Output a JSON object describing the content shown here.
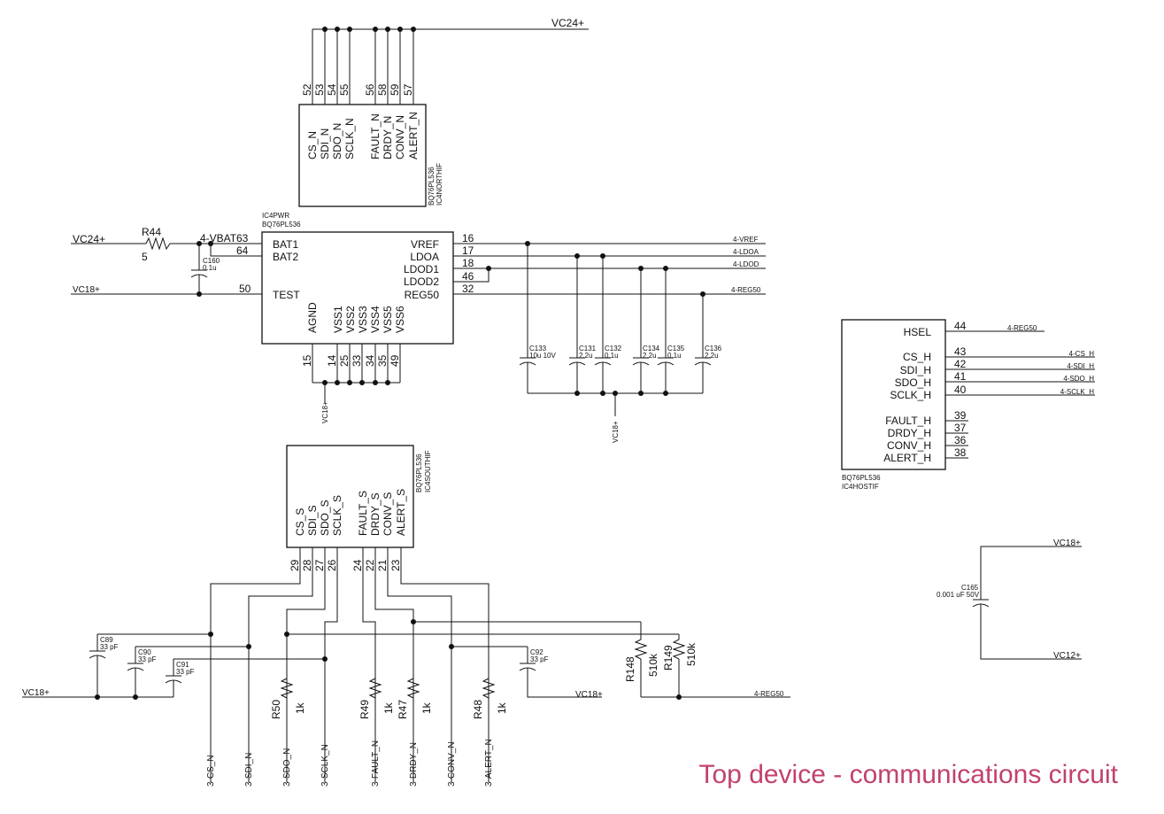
{
  "title": "Top device - communications circuit",
  "nets": {
    "vc24": "VC24+",
    "vc18": "VC18+",
    "vc12": "VC12+",
    "vbat": "4-VBAT",
    "vref": "4-VREF",
    "ldoa": "4-LDOA",
    "ldod": "4-LDOD",
    "reg50": "4-REG50",
    "cs_h": "4-CS_H",
    "sdi_h": "4-SDI_H",
    "sdo_h": "4-SDO_H",
    "sclk_h": "4-SCLK_H",
    "s3": [
      "3-CS_N",
      "3-SDI_N",
      "3-SDO_N",
      "3-SCLK_N",
      "3-FAULT_N",
      "3-DRDY_N",
      "3-CONV_N",
      "3-ALERT_N"
    ]
  },
  "ic_north": {
    "part": "BQ76PL536",
    "ref": "IC4NORTHIF",
    "pins": [
      {
        "num": "52",
        "name": "CS_N"
      },
      {
        "num": "53",
        "name": "SDI_N"
      },
      {
        "num": "54",
        "name": "SDO_N"
      },
      {
        "num": "55",
        "name": "SCLK_N"
      },
      {
        "num": "56",
        "name": "FAULT_N"
      },
      {
        "num": "58",
        "name": "DRDY_N"
      },
      {
        "num": "59",
        "name": "CONV_N"
      },
      {
        "num": "57",
        "name": "ALERT_N"
      }
    ]
  },
  "ic_pwr": {
    "ref": "IC4PWR",
    "part": "BQ76PL536",
    "left_pins": [
      {
        "num": "63",
        "name": "BAT1"
      },
      {
        "num": "64",
        "name": "BAT2"
      },
      {
        "num": "50",
        "name": "TEST"
      }
    ],
    "right_pins": [
      {
        "num": "16",
        "name": "VREF"
      },
      {
        "num": "17",
        "name": "LDOA"
      },
      {
        "num": "18",
        "name": "LDOD1"
      },
      {
        "num": "46",
        "name": "LDOD2"
      },
      {
        "num": "32",
        "name": "REG50"
      }
    ],
    "bottom_pins": [
      {
        "num": "15",
        "name": "AGND"
      },
      {
        "num": "14",
        "name": "VSS1"
      },
      {
        "num": "25",
        "name": "VSS2"
      },
      {
        "num": "33",
        "name": "VSS3"
      },
      {
        "num": "34",
        "name": "VSS4"
      },
      {
        "num": "35",
        "name": "VSS5"
      },
      {
        "num": "49",
        "name": "VSS6"
      }
    ]
  },
  "ic_host": {
    "part": "BQ76PL536",
    "ref": "IC4HOSTIF",
    "pins": [
      {
        "num": "44",
        "name": "HSEL"
      },
      {
        "num": "43",
        "name": "CS_H"
      },
      {
        "num": "42",
        "name": "SDI_H"
      },
      {
        "num": "41",
        "name": "SDO_H"
      },
      {
        "num": "40",
        "name": "SCLK_H"
      },
      {
        "num": "39",
        "name": "FAULT_H"
      },
      {
        "num": "37",
        "name": "DRDY_H"
      },
      {
        "num": "36",
        "name": "CONV_H"
      },
      {
        "num": "38",
        "name": "ALERT_H"
      }
    ]
  },
  "ic_south": {
    "part": "BQ76PL536",
    "ref": "IC4SOUTHIF",
    "pins": [
      {
        "num": "29",
        "name": "CS_S"
      },
      {
        "num": "28",
        "name": "SDI_S"
      },
      {
        "num": "27",
        "name": "SDO_S"
      },
      {
        "num": "26",
        "name": "SCLK_S"
      },
      {
        "num": "24",
        "name": "FAULT_S"
      },
      {
        "num": "22",
        "name": "DRDY_S"
      },
      {
        "num": "21",
        "name": "CONV_S"
      },
      {
        "num": "23",
        "name": "ALERT_S"
      }
    ]
  },
  "resistors": {
    "r44": {
      "ref": "R44",
      "value": "5"
    },
    "r50": {
      "ref": "R50",
      "value": "1k"
    },
    "r49": {
      "ref": "R49",
      "value": "1k"
    },
    "r47": {
      "ref": "R47",
      "value": "1k"
    },
    "r48": {
      "ref": "R48",
      "value": "1k"
    },
    "r148": {
      "ref": "R148",
      "value": "510k"
    },
    "r149": {
      "ref": "R149",
      "value": "510k"
    }
  },
  "capacitors": {
    "c160": {
      "ref": "C160",
      "value": "0.1u"
    },
    "c133": {
      "ref": "C133",
      "value": "10u 10V"
    },
    "c131": {
      "ref": "C131",
      "value": "2.2u"
    },
    "c132": {
      "ref": "C132",
      "value": "0.1u"
    },
    "c134": {
      "ref": "C134",
      "value": "2.2u"
    },
    "c135": {
      "ref": "C135",
      "value": "0.1u"
    },
    "c136": {
      "ref": "C136",
      "value": "2.2u"
    },
    "c89": {
      "ref": "C89",
      "value": "33 pF"
    },
    "c90": {
      "ref": "C90",
      "value": "33 pF"
    },
    "c91": {
      "ref": "C91",
      "value": "33 pF"
    },
    "c92": {
      "ref": "C92",
      "value": "33 pF"
    },
    "c165": {
      "ref": "C165",
      "value": "0.001 uF 50V"
    }
  }
}
